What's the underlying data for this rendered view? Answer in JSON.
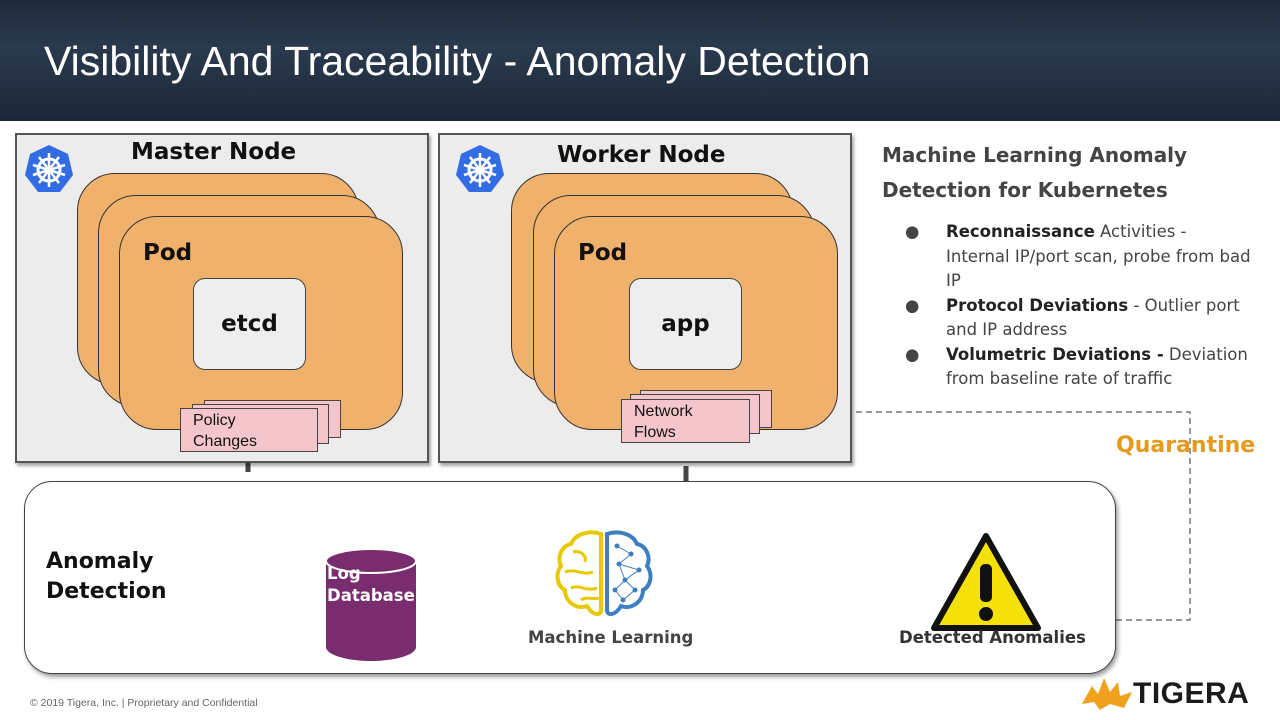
{
  "slide": {
    "title": "Visibility And Traceability - Anomaly Detection"
  },
  "master_node": {
    "title": "Master Node",
    "pod_label": "Pod",
    "container_label": "etcd",
    "doc_label": "Policy\nChanges",
    "icon": "kubernetes-icon"
  },
  "worker_node": {
    "title": "Worker Node",
    "pod_label": "Pod",
    "container_label": "app",
    "doc_label": "Network\nFlows",
    "icon": "kubernetes-icon"
  },
  "info": {
    "heading": "Machine Learning  Anomaly Detection for Kubernetes",
    "bullets": [
      {
        "bold": "Reconnaissance",
        "rest": " Activities - Internal IP/port scan, probe from bad  IP"
      },
      {
        "bold": "Protocol Deviations",
        "rest": " - Outlier port and IP address"
      },
      {
        "bold": "Volumetric Deviations -",
        "rest": " Deviation from baseline rate of traffic"
      }
    ]
  },
  "quarantine_label": "Quarantine",
  "anomaly_panel": {
    "title": "Anomaly\nDetection",
    "db_label": "Log\nDatabase",
    "ml_label": "Machine Learning",
    "detected_label": "Detected Anomalies",
    "icons": [
      "database-icon",
      "brain-icon",
      "warning-icon"
    ]
  },
  "footer": {
    "copyright": "© 2019 Tigera, Inc. | Proprietary and Confidential",
    "logo_text": "TIGERA"
  },
  "colors": {
    "header_bg": "#1f2b3a",
    "pod_orange": "#f0b16c",
    "doc_pink": "#f4c6cc",
    "kubernetes_blue": "#326ce5",
    "database_purple": "#7a2d6e",
    "quarantine_orange": "#e59a1d",
    "warning_yellow": "#f5e10a"
  }
}
